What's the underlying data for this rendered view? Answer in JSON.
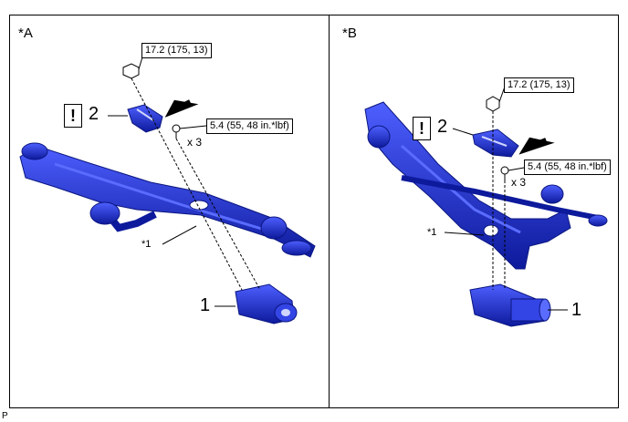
{
  "panels": {
    "a": {
      "label": "*A",
      "torque_upper": "17.2 (175, 13)",
      "torque_lower": "5.4 (55, 48 in.*lbf)",
      "multiplier": "x 3",
      "caution_mark": "!",
      "callout_2": "2",
      "callout_1": "1",
      "ref_1": "*1"
    },
    "b": {
      "label": "*B",
      "torque_upper": "17.2 (175, 13)",
      "torque_lower": "5.4 (55, 48 in.*lbf)",
      "multiplier": "x 3",
      "caution_mark": "!",
      "callout_2": "2",
      "callout_1": "1",
      "ref_1": "*1"
    }
  },
  "footer_code": "P",
  "colors": {
    "part_fill": "#1f2fd6",
    "part_dark": "#0b1680",
    "part_light": "#5a6cff"
  }
}
